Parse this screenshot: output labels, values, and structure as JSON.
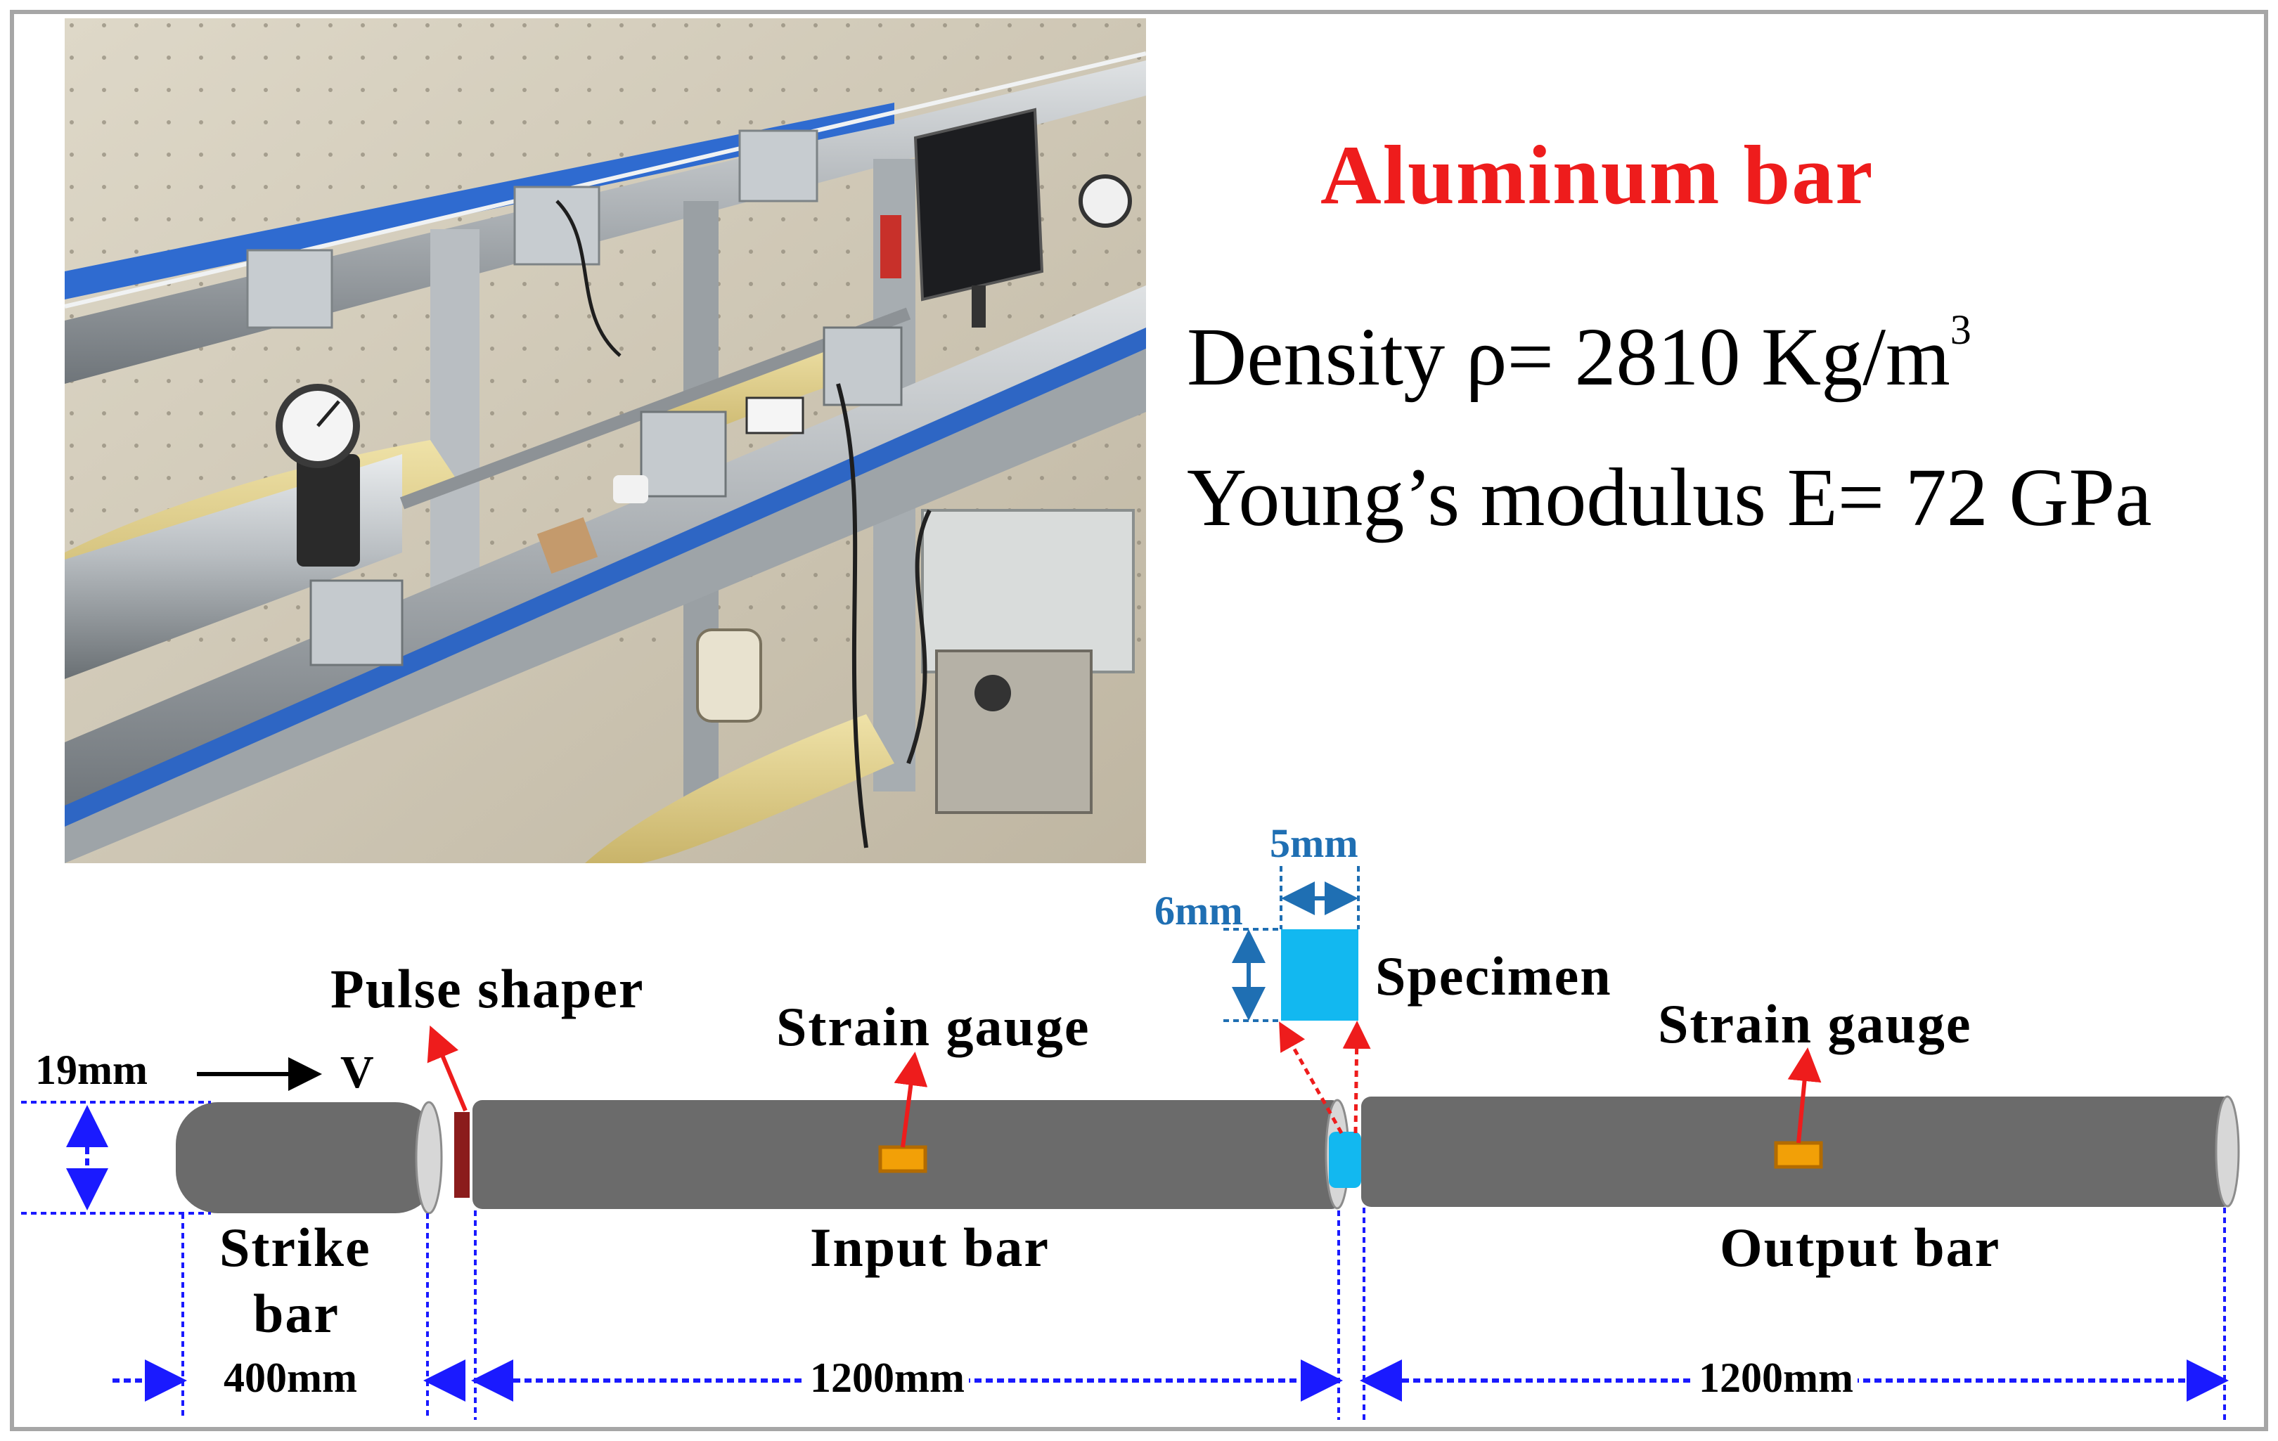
{
  "title": "Aluminum bar",
  "properties": {
    "density_prefix": "Density ρ= 2810 Kg/m",
    "density_exp": "3",
    "modulus": "Young’s modulus E= 72 GPa"
  },
  "labels": {
    "pulse_shaper": "Pulse shaper",
    "strain_gauge_input": "Strain gauge",
    "strain_gauge_output": "Strain gauge",
    "specimen": "Specimen",
    "strike_bar_line1": "Strike",
    "strike_bar_line2": "bar",
    "input_bar": "Input bar",
    "output_bar": "Output bar",
    "velocity": "V"
  },
  "dimensions": {
    "bar_diameter": "19mm",
    "specimen_width": "5mm",
    "specimen_height": "6mm",
    "strike_length": "400mm",
    "input_length": "1200mm",
    "output_length": "1200mm"
  },
  "colors": {
    "title": "#ee1c1c",
    "bar": "#6b6b6b",
    "specimen": "#12b8f0",
    "pulse_shaper": "#8b1c1c",
    "strain_gauge": "#f2a007",
    "dimension_line": "#1a1aff",
    "pointer": "#ee1c1c",
    "specimen_dimension": "#1f6fb3"
  }
}
